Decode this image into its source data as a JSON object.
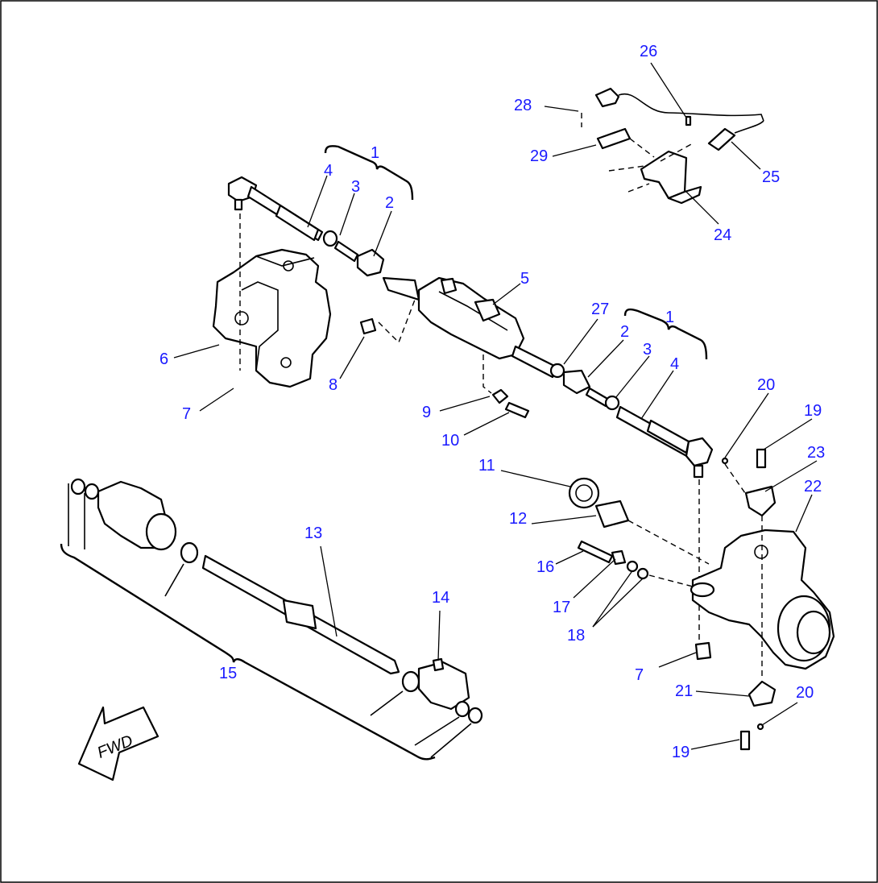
{
  "diagram": {
    "callouts": [
      "1",
      "1",
      "2",
      "2",
      "3",
      "3",
      "4",
      "4",
      "5",
      "6",
      "7",
      "7",
      "8",
      "9",
      "10",
      "11",
      "12",
      "13",
      "14",
      "15",
      "16",
      "17",
      "18",
      "19",
      "19",
      "20",
      "20",
      "21",
      "22",
      "23",
      "24",
      "25",
      "26",
      "27",
      "28",
      "29"
    ],
    "fwd_label": "FWD"
  }
}
